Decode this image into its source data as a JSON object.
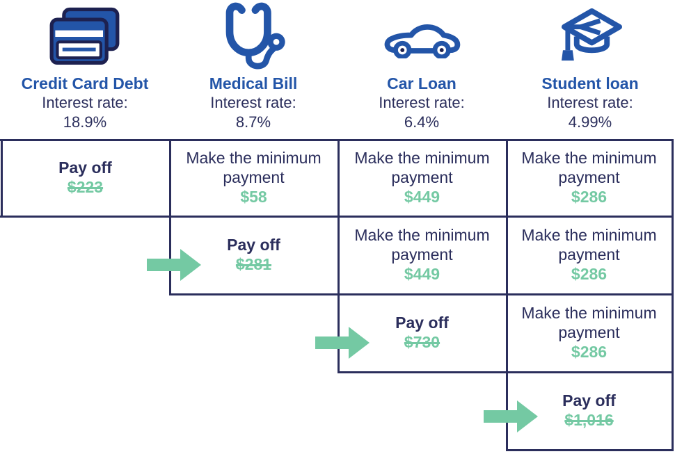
{
  "colors": {
    "icon_blue": "#2355a8",
    "icon_outline_navy": "#1d2150",
    "text_navy": "#2b2e5c",
    "accent_green": "#74c9a3",
    "grid_navy": "#2b2e5c",
    "background": "#ffffff"
  },
  "columns": [
    {
      "title": "Credit Card Debt",
      "interest_label": "Interest rate:",
      "interest_rate": "18.9%",
      "icon": "credit-card-icon"
    },
    {
      "title": "Medical Bill",
      "interest_label": "Interest rate:",
      "interest_rate": "8.7%",
      "icon": "stethoscope-icon"
    },
    {
      "title": "Car Loan",
      "interest_label": "Interest rate:",
      "interest_rate": "6.4%",
      "icon": "car-icon"
    },
    {
      "title": "Student loan",
      "interest_label": "Interest rate:",
      "interest_rate": "4.99%",
      "icon": "graduation-cap-icon"
    }
  ],
  "cells": {
    "r1c1": {
      "type": "payoff",
      "label": "Pay off",
      "amount": "$223",
      "amount_struck": true
    },
    "r1c2": {
      "type": "minimum",
      "label": "Make the minimum payment",
      "amount": "$58",
      "amount_struck": false
    },
    "r1c3": {
      "type": "minimum",
      "label": "Make the minimum payment",
      "amount": "$449",
      "amount_struck": false
    },
    "r1c4": {
      "type": "minimum",
      "label": "Make the minimum payment",
      "amount": "$286",
      "amount_struck": false
    },
    "r2c2": {
      "type": "payoff",
      "label": "Pay off",
      "amount": "$281",
      "amount_struck": true
    },
    "r2c3": {
      "type": "minimum",
      "label": "Make the minimum payment",
      "amount": "$449",
      "amount_struck": false
    },
    "r2c4": {
      "type": "minimum",
      "label": "Make the minimum payment",
      "amount": "$286",
      "amount_struck": false
    },
    "r3c3": {
      "type": "payoff",
      "label": "Pay off",
      "amount": "$730",
      "amount_struck": true
    },
    "r3c4": {
      "type": "minimum",
      "label": "Make the minimum payment",
      "amount": "$286",
      "amount_struck": false
    },
    "r4c4": {
      "type": "payoff",
      "label": "Pay off",
      "amount": "$1,016",
      "amount_struck": true
    }
  }
}
